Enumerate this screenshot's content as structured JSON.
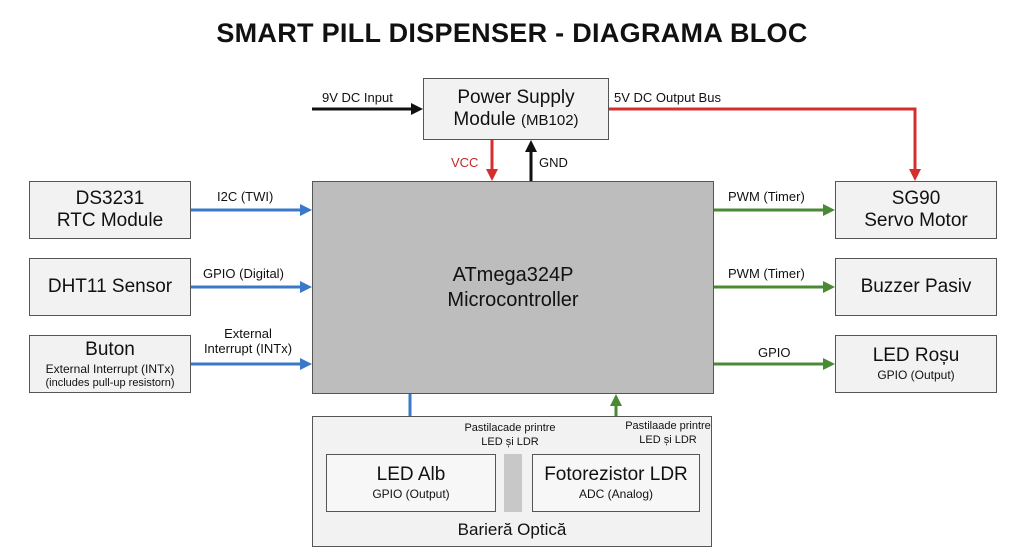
{
  "title": "SMART PILL DISPENSER - DIAGRAMA BLOC",
  "colors": {
    "power": "#d32f2f",
    "input_signal": "#3a78c9",
    "output_signal": "#4a8a35",
    "ground": "#111111",
    "mcu_fill": "#bdbdbd",
    "block_fill": "#f2f2f2"
  },
  "blocks": {
    "power_supply": {
      "line1": "Power Supply",
      "line2": "Module",
      "line2_note": "(MB102)"
    },
    "mcu": {
      "line1": "ATmega324P",
      "line2": "Microcontroller"
    },
    "rtc": {
      "line1": "DS3231",
      "line2": "RTC Module"
    },
    "dht": {
      "label": "DHT11 Sensor"
    },
    "button": {
      "title": "Buton",
      "sub1": "External Interrupt (INTx)",
      "sub2": "(includes pull-up resistorn)"
    },
    "servo": {
      "line1": "SG90",
      "line2": "Servo Motor"
    },
    "buzzer": {
      "label": "Buzzer Pasiv"
    },
    "led_red": {
      "title": "LED Roșu",
      "sub": "GPIO (Output)"
    },
    "optical": {
      "label": "Barieră Optică"
    },
    "led_white": {
      "title": "LED Alb",
      "sub": "GPIO (Output)"
    },
    "ldr": {
      "title": "Fotorezistor LDR",
      "sub": "ADC (Analog)"
    }
  },
  "connections": {
    "dc_in": "9V DC Input",
    "dc_out": "5V DC Output Bus",
    "vcc": "VCC",
    "gnd": "GND",
    "i2c": "I2C (TWI)",
    "gpio_digital": "GPIO (Digital)",
    "ext_int_1": "External",
    "ext_int_2": "Interrupt (INTx)",
    "pwm_servo": "PWM (Timer)",
    "pwm_buzzer": "PWM (Timer)",
    "gpio_led": "GPIO",
    "note_left_1": "Pastilacade printre",
    "note_left_2": "LED și LDR",
    "note_right_1": "Pastilaade printre",
    "note_right_2": "LED și LDR"
  }
}
